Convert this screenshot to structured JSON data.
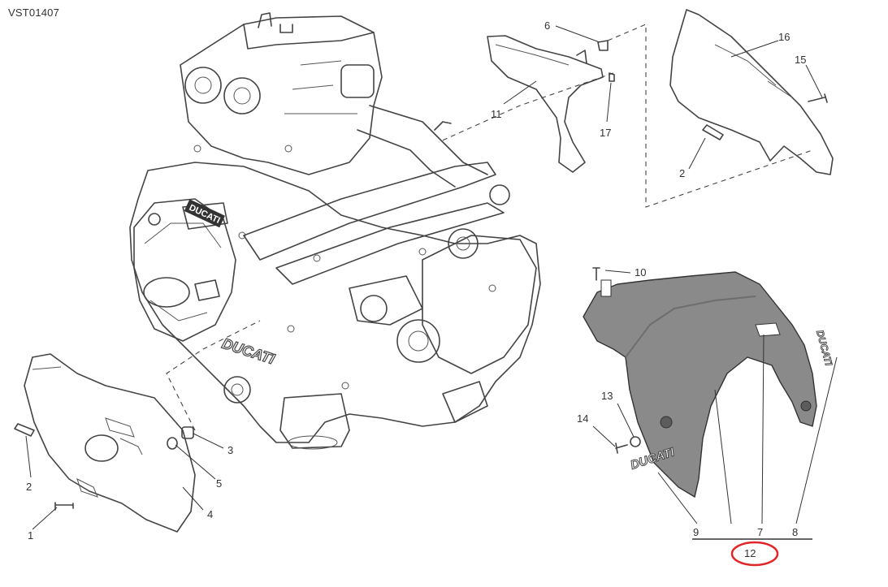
{
  "diagram_code": "VST01407",
  "callouts": {
    "c1": "1",
    "c2a": "2",
    "c3": "3",
    "c4": "4",
    "c5": "5",
    "c6": "6",
    "c11": "11",
    "c17": "17",
    "c16": "16",
    "c15": "15",
    "c2b": "2",
    "c10": "10",
    "c13": "13",
    "c14": "14",
    "c9": "9",
    "c7": "7",
    "c8": "8",
    "c12": "12"
  },
  "decal_text": {
    "logo_small": "DUCATI",
    "logo_side": "DUCATI",
    "logo_right": "DUCATI"
  },
  "colors": {
    "highlight_ring": "#e0262a",
    "cover_fill": "#8a8a8a",
    "line": "#444444"
  }
}
